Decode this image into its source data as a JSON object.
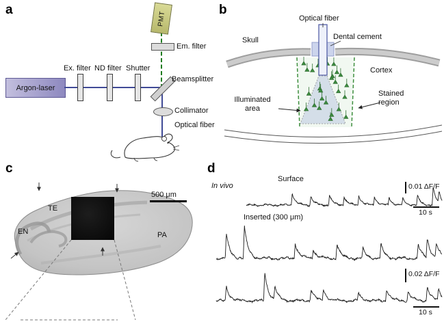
{
  "figure": {
    "panel_a": {
      "label": "a",
      "pmt": "PMT",
      "em_filter": "Em. filter",
      "ex_filter": "Ex. filter",
      "nd_filter": "ND filter",
      "shutter": "Shutter",
      "beamsplitter": "Beamsplitter",
      "argon_laser": "Argon-laser",
      "collimator": "Collimator",
      "optical_fiber": "Optical fiber"
    },
    "panel_b": {
      "label": "b",
      "optical_fiber": "Optical fiber",
      "dental_cement": "Dental cement",
      "skull": "Skull",
      "cortex": "Cortex",
      "illuminated_area": "Illuminated area",
      "stained_region": "Stained region"
    },
    "panel_c": {
      "label": "c",
      "scale_bar": "500 μm",
      "region_te": "TE",
      "region_en": "EN",
      "region_pa": "PA"
    },
    "panel_d": {
      "label": "d",
      "condition": "In vivo",
      "trace1_label": "Surface",
      "trace23_label": "Inserted (300 μm)",
      "scalebar1": "0.01 ΔF/F",
      "scalebar2": "0.02 ΔF/F",
      "timebar1": "10 s",
      "timebar2": "10 s",
      "traces": [
        {
          "name": "surface",
          "seed": 3,
          "noise": 0.05,
          "spikes": [
            {
              "t": 0.235,
              "h": 0.6
            },
            {
              "t": 0.33,
              "h": 0.45
            },
            {
              "t": 0.425,
              "h": 0.5
            },
            {
              "t": 0.5,
              "h": 0.42
            },
            {
              "t": 0.575,
              "h": 0.48
            },
            {
              "t": 0.655,
              "h": 0.42
            },
            {
              "t": 0.73,
              "h": 0.38
            },
            {
              "t": 0.8,
              "h": 0.3
            },
            {
              "t": 0.875,
              "h": 0.45
            },
            {
              "t": 0.955,
              "h": 0.85
            },
            {
              "t": 0.985,
              "h": 0.55
            }
          ]
        },
        {
          "name": "inserted-1",
          "seed": 5,
          "noise": 0.045,
          "spikes": [
            {
              "t": 0.045,
              "h": 0.75
            },
            {
              "t": 0.125,
              "h": 1.0
            },
            {
              "t": 0.35,
              "h": 0.5
            },
            {
              "t": 0.43,
              "h": 0.3
            },
            {
              "t": 0.535,
              "h": 0.48
            },
            {
              "t": 0.65,
              "h": 0.3
            },
            {
              "t": 0.73,
              "h": 0.45
            },
            {
              "t": 0.895,
              "h": 0.45
            },
            {
              "t": 0.935,
              "h": 0.6
            },
            {
              "t": 0.975,
              "h": 0.45
            }
          ]
        },
        {
          "name": "inserted-2",
          "seed": 9,
          "noise": 0.045,
          "spikes": [
            {
              "t": 0.045,
              "h": 0.5
            },
            {
              "t": 0.215,
              "h": 1.0
            },
            {
              "t": 0.26,
              "h": 0.45
            },
            {
              "t": 0.42,
              "h": 0.42
            },
            {
              "t": 0.475,
              "h": 0.38
            },
            {
              "t": 0.63,
              "h": 0.28
            },
            {
              "t": 0.755,
              "h": 0.42
            },
            {
              "t": 0.85,
              "h": 0.32
            },
            {
              "t": 0.935,
              "h": 0.5
            },
            {
              "t": 0.985,
              "h": 0.4
            }
          ]
        }
      ]
    },
    "colors": {
      "laser_purple": "#8d88bf",
      "beam_blue": "#404a96",
      "emission_green": "#1e7a1e",
      "pmt_khaki": "#c9c97e",
      "neuron_green": "#3e8e41",
      "skull_gray": "#bdbdbd"
    }
  }
}
